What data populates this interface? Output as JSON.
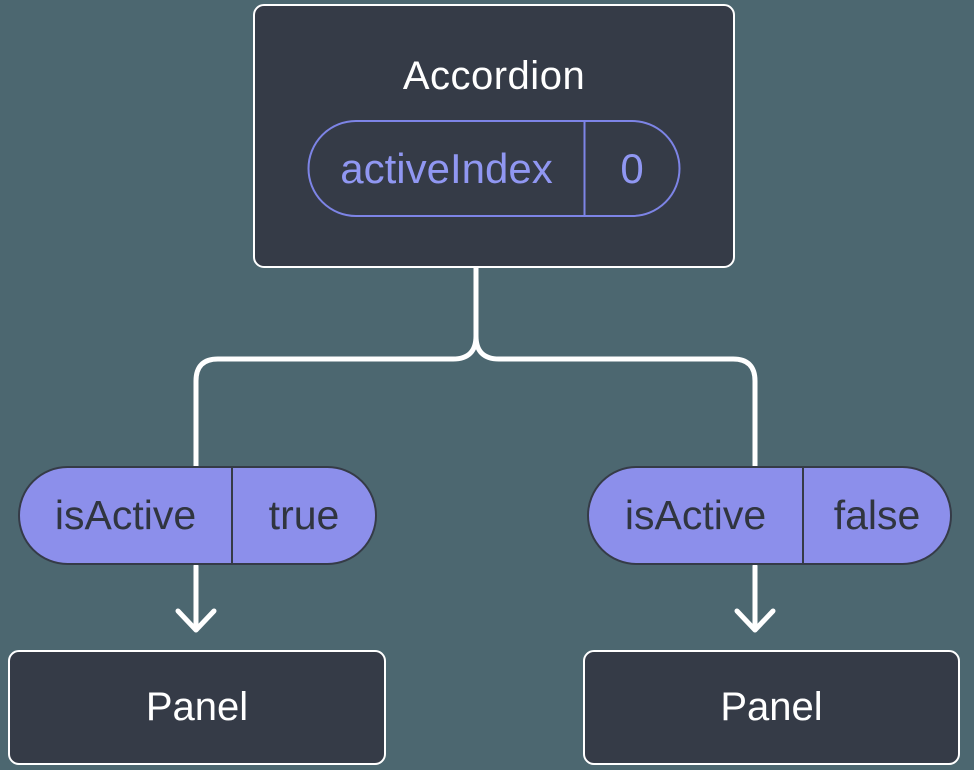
{
  "diagram": {
    "background_color": "#4C6770",
    "node_color": "#353B47",
    "node_border_color": "#FFFFFF",
    "pill_fill_color": "#8C8FEB",
    "pill_outline_color": "#7D84E6",
    "pill_outline_text_color": "#9097F2",
    "pill_dark_text_color": "#30353F",
    "connector_color": "#FFFFFF",
    "root": {
      "title": "Accordion",
      "state_pill": {
        "name": "activeIndex",
        "value": "0"
      }
    },
    "props_pills": [
      {
        "name": "isActive",
        "value": "true"
      },
      {
        "name": "isActive",
        "value": "false"
      }
    ],
    "children": [
      {
        "title": "Panel"
      },
      {
        "title": "Panel"
      }
    ]
  }
}
